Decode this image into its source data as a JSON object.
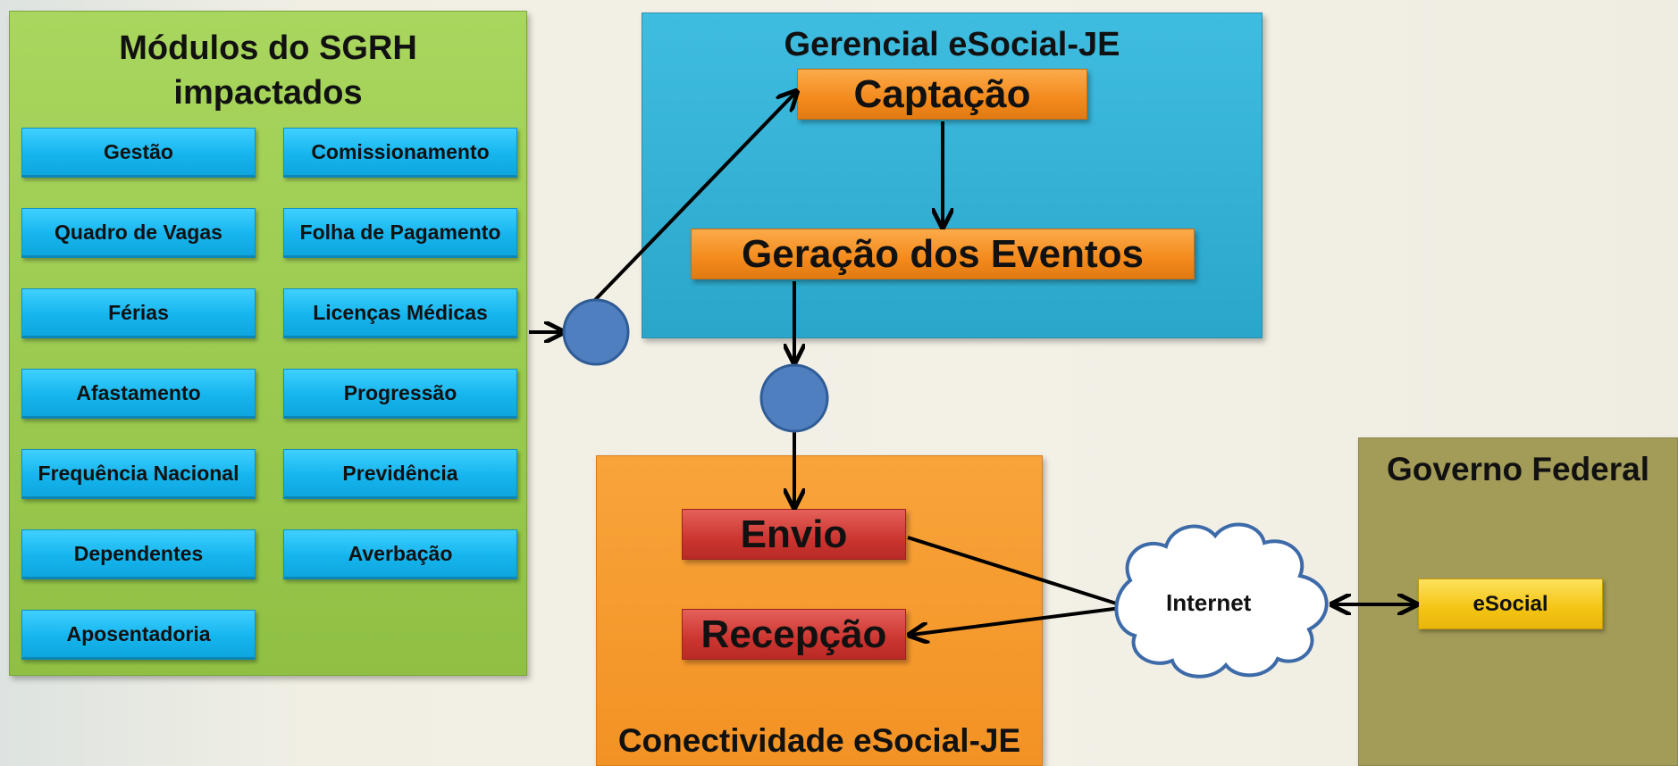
{
  "modules_panel": {
    "title_line1": "Módulos do SGRH",
    "title_line2": "impactados",
    "items_left": [
      "Gestão",
      "Quadro de Vagas",
      "Férias",
      "Afastamento",
      "Frequência Nacional",
      "Dependentes",
      "Aposentadoria"
    ],
    "items_right": [
      "Comissionamento",
      "Folha de Pagamento",
      "Licenças Médicas",
      "Progressão",
      "Previdência",
      "Averbação"
    ]
  },
  "gerencial_panel": {
    "title": "Gerencial eSocial-JE",
    "captacao": "Captação",
    "geracao": "Geração dos Eventos"
  },
  "conectividade_panel": {
    "title": "Conectividade eSocial-JE",
    "envio": "Envio",
    "recepcao": "Recepção"
  },
  "internet_label": "Internet",
  "governo_panel": {
    "title": "Governo Federal",
    "esocial": "eSocial"
  },
  "colors": {
    "modules_bg": "#9ccb4f",
    "gerencial_bg": "#33b1d6",
    "conectividade_bg": "#f59a2c",
    "governo_bg": "#a39b58",
    "module_button": "#16b5ee",
    "orange_box": "#f48a1c",
    "red_box": "#cc3530",
    "yellow_box": "#f4c414",
    "connector_circle": "#4f7fbf"
  }
}
